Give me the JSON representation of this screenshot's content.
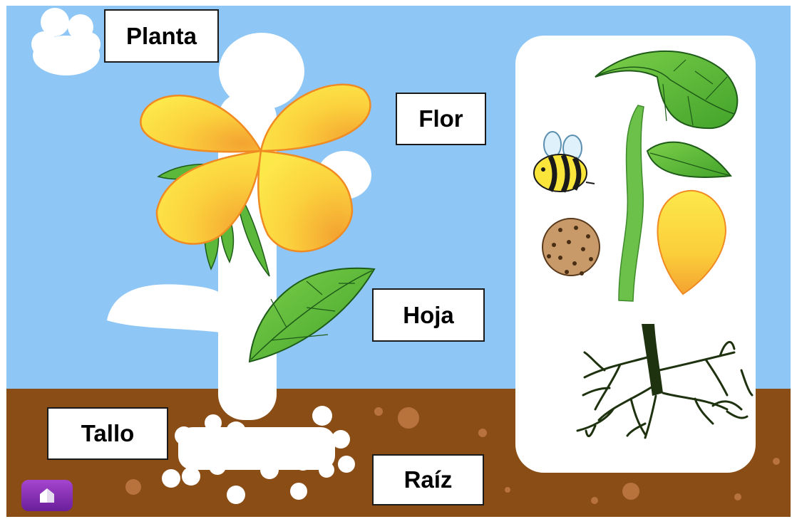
{
  "labels": {
    "planta": "Planta",
    "flor": "Flor",
    "hoja": "Hoja",
    "tallo": "Tallo",
    "raiz": "Raíz"
  },
  "tray": {
    "items": [
      "leaf-large",
      "stem",
      "bee",
      "leaf-small",
      "seed",
      "petal",
      "roots"
    ]
  },
  "home_button": {
    "icon": "home-icon"
  },
  "colors": {
    "sky": "#8ec6f5",
    "soil": "#8a4d16",
    "silhouette": "#ffffff",
    "leaf": "#5bb83a",
    "petal_light": "#fde84a",
    "petal_dark": "#f4a331",
    "petal_outline": "#f08a22",
    "root": "#1f3210",
    "home_button": "#8a2fbe"
  }
}
